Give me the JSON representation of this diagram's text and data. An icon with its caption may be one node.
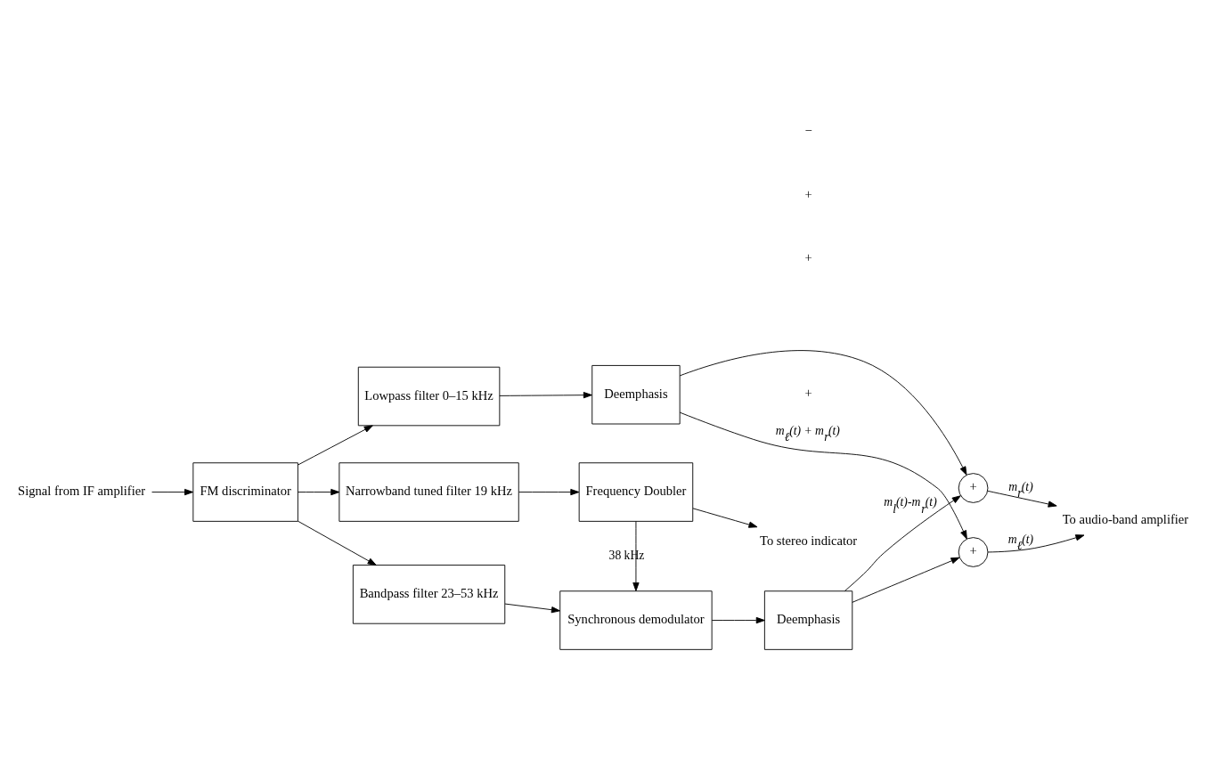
{
  "diagram": {
    "nodes": [
      {
        "text": [
          "Signal from IF amplifier"
        ]
      },
      {
        "text": [
          "FM discriminator"
        ]
      },
      {
        "text": [
          "Lowpass filter 0–15 kHz"
        ]
      },
      {
        "text": [
          "Narrowband tuned filter 19 kHz"
        ]
      },
      {
        "text": [
          "Bandpass filter 23–53 kHz"
        ]
      },
      {
        "text": [
          "Frequency Doubler"
        ]
      },
      {
        "text": [
          "To stereo indicator"
        ]
      },
      {
        "text": [
          "Synchronous demodulator"
        ]
      },
      {
        "text": [
          "Deemphasis"
        ]
      },
      {
        "text": [
          "Deemphasis"
        ]
      },
      {
        "text": [
          "+"
        ]
      },
      {
        "text": [
          "+"
        ]
      },
      {
        "text": [
          "To audio-band amplifier"
        ]
      }
    ],
    "edges": [
      {
        "from": 0,
        "to": 1,
        "arrow": "to"
      },
      {
        "from": 1,
        "to": 2,
        "arrow": "to"
      },
      {
        "from": 1,
        "to": 3,
        "arrow": "to"
      },
      {
        "from": 1,
        "to": 4,
        "arrow": "to"
      },
      {
        "from": 2,
        "to": 8,
        "arrow": "to"
      },
      {
        "from": 3,
        "to": 5,
        "arrow": "to"
      },
      {
        "from": 5,
        "to": 6,
        "arrow": "to"
      },
      {
        "from": 5,
        "to": 7,
        "arrow": "to",
        "label": "38 kHz"
      },
      {
        "from": 4,
        "to": 7,
        "arrow": "to"
      },
      {
        "from": 7,
        "to": 9,
        "arrow": "to"
      },
      {
        "from": 8,
        "to": 10,
        "arrow": "to",
        "label": "m$_{ℓ}$(t) + m$_{r}$(t)"
      },
      {
        "from": 8,
        "to": 11,
        "arrow": "to"
      },
      {
        "from": 9,
        "to": 11,
        "arrow": "to",
        "label": "m$_{l}$(t)-m$_{r}$(t)"
      },
      {
        "from": 9,
        "to": 10,
        "arrow": "to"
      },
      {
        "from": 10,
        "to": 12,
        "arrow": "to",
        "label": "m$_{ℓ}$(t)"
      },
      {
        "from": 11,
        "to": 12,
        "arrow": "to",
        "label": "m$_{r}$(t)"
      }
    ],
    "labels": [
      "+",
      "+",
      "+",
      "−"
    ]
  }
}
